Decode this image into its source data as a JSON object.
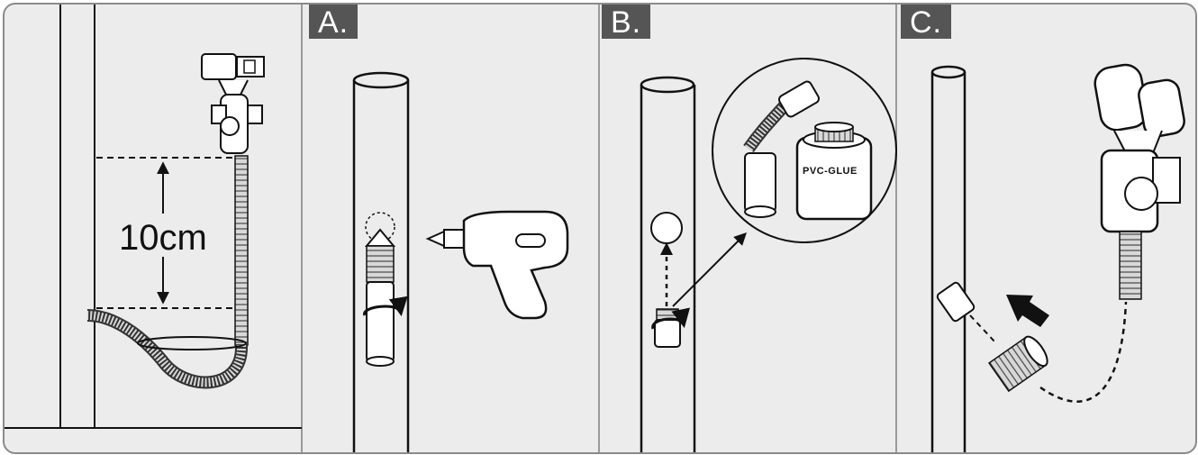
{
  "panels": {
    "A": {
      "tag": "A."
    },
    "B": {
      "tag": "B.",
      "glue_label": "PVC-GLUE"
    },
    "C": {
      "tag": "C."
    }
  },
  "measurement": {
    "label": "10cm"
  }
}
